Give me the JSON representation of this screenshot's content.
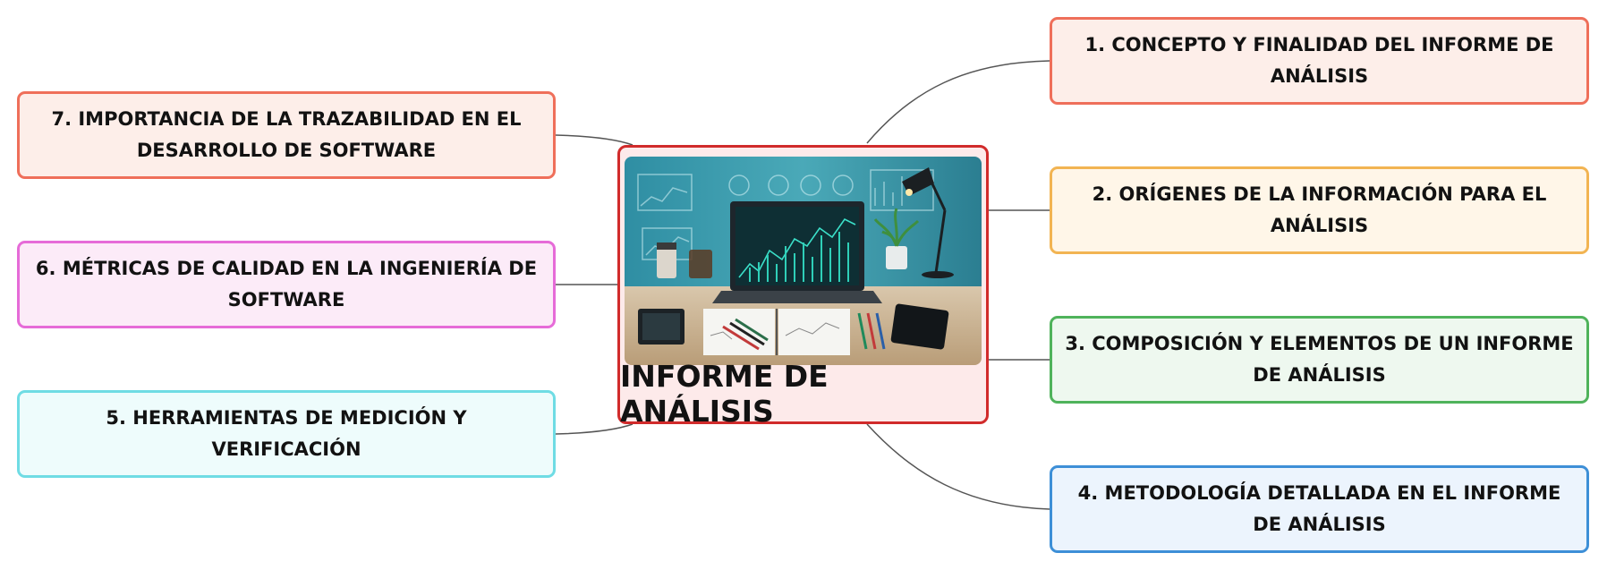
{
  "central": {
    "title": "INFORME DE ANÁLISIS"
  },
  "topics": {
    "t1": "1. CONCEPTO Y FINALIDAD DEL INFORME DE ANÁLISIS",
    "t2": "2. ORÍGENES DE LA INFORMACIÓN PARA EL ANÁLISIS",
    "t3": "3. COMPOSICIÓN Y ELEMENTOS DE UN INFORME DE ANÁLISIS",
    "t4": "4. METODOLOGÍA DETALLADA EN EL INFORME DE ANÁLISIS",
    "t5": "5. HERRAMIENTAS DE MEDICIÓN Y VERIFICACIÓN",
    "t6": "6. MÉTRICAS DE CALIDAD EN LA INGENIERÍA DE SOFTWARE",
    "t7": "7. IMPORTANCIA DE LA TRAZABILIDAD EN EL DESARROLLO DE SOFTWARE"
  },
  "colors": {
    "central_border": "#d12b2b",
    "t1": "#ef6f5a",
    "t2": "#f2b452",
    "t3": "#4fb35b",
    "t4": "#3d8fd7",
    "t5": "#6fdce4",
    "t6": "#e66bd8",
    "t7": "#ef6f5a",
    "connector": "#555555"
  }
}
